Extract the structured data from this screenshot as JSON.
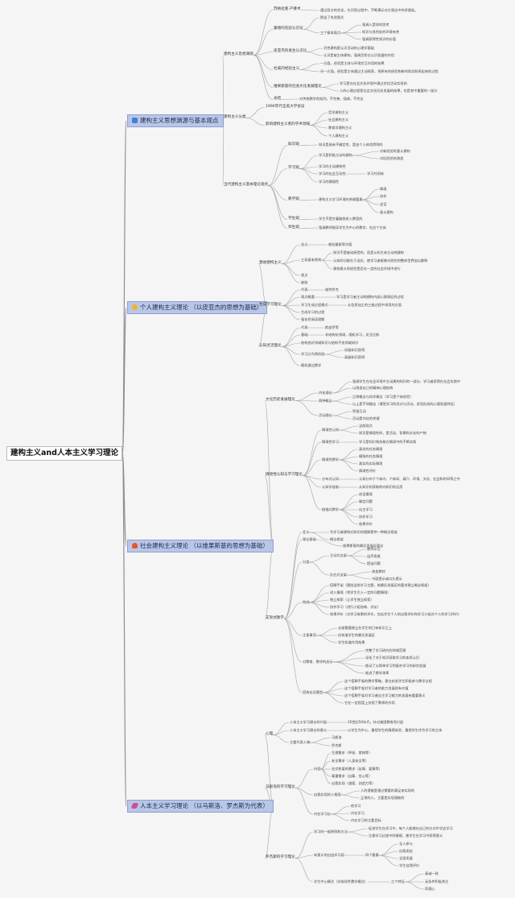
{
  "root": "建构主义and人本主义学习理论",
  "branches": [
    {
      "title": "建构主义思想渊源与基本观点",
      "icon": "blue-square-icon",
      "color": "#3f7fd6"
    },
    {
      "title": "个人建构主义理论 （以皮亚杰的思想为基础）",
      "icon": "lightbulb-icon",
      "color": "#f2b320"
    },
    {
      "title": "社会建构主义理论 （以维果斯基的思想为基础）",
      "icon": "flame-icon",
      "color": "#e5572e"
    },
    {
      "title": "人本主义学习理论 （以马斯洛、罗杰斯为代表）",
      "icon": "pencil-icon",
      "color": "#d14aa2"
    }
  ],
  "b1": {
    "s1": "建构主义思想渊源",
    "s1a": "苏格拉底·产婆术",
    "s1a1": "通过双方的交谈，在问答过程中，不断揭示对方观念中的矛盾处。",
    "s1b": "康德的先验认识论",
    "s1b1": "提出了先验图式",
    "s1b2": "三个基本观点",
    "s1b2a": "强调人是如何思考",
    "s1b2b": "知识与其所处的环境有关",
    "s1b2c": "强调获得性知识的价值",
    "s1c": "皮亚杰的发生认识论",
    "s1c1": "活性建构是认识活动的心理学基础",
    "s1c2": "认识是被主体建构，强调活性在认识发展的作用",
    "s1d": "杜威的经验主义",
    "s1d1": "一方面，经验是主体与环境交互作用的结果",
    "s1d2": "另一方面，经验是主体通过主动探索，把原有的经验和新的现实联系起来的过程",
    "s1e": "维果斯基的社会文化发展理论",
    "s1e1": "学习是在社会文化环境中通过交往活动实现的",
    "s1e2": "人的心理过程是社会文化历史发展的结果，也是其中重要的一部分",
    "s1f": "总结",
    "s1f1": "对传统教学的批判，不完善，强调，不完全",
    "s2": "建构主义分类",
    "s2a": "1990年代全美大学会议",
    "s3": "影响建构主义者的学术领域",
    "s3a": "哲学建构主义",
    "s3b": "社会建构主义",
    "s3c": "教育学建构主义",
    "s3d": "个人建构主义",
    "s4": "当代建构主义基本理论观点",
    "s4a": "知识观",
    "s4a1": "知识是具有不确定性，是由个人体验得到的",
    "s4b": "学习观",
    "s4b1": "学习是积极主动的建构",
    "s4b1a": "对新经验的意义建构",
    "s4b1b": "对旧经验的改造",
    "s4b2": "学习的主动建构性",
    "s4b3": "学习的社会互动性",
    "s4b3a": "学习共同体",
    "s4b4": "学习的情境性",
    "s4c": "教学观",
    "s4c1": "建构主义学习环境的关键要素",
    "s4c1a": "情境",
    "s4c1b": "协作",
    "s4c1c": "会话",
    "s4c1d": "意义建构",
    "s4d": "学生观",
    "s4d1": "学生不是空着脑袋进入教室的",
    "s4e": "师生观",
    "s4e1": "强调教师指导学生为中心的教学，在这个主体"
  },
  "b2": {
    "s1": "激进建构主义",
    "s1a": "含义",
    "s1a1": "格拉塞斯菲尔德",
    "s1b": "三条基本原则",
    "s1b1": "知识不是被动接受的，而是认知主体主动地建构",
    "s1b2": "认知的功能在于适应，使学习者能够对经验的整体世界加以解释",
    "s1b3": "建构意义的经验是否在一定的社会环境中进行",
    "s1c": "观点",
    "s1d": "缺陷",
    "s2": "生成学习理论",
    "s2a": "代表",
    "s2a1": "维特罗克",
    "s2b": "观点概要",
    "s2b1": "学习是学习者主动地建构内部心理表征的过程",
    "s2c": "学习生成过程模式",
    "s2c1": "从信息加工的三维过程中采用的方面",
    "s2d": "生成学习的过程",
    "s2e": "强化性阅读理解",
    "s3": "认知灵活理论",
    "s3a": "代表",
    "s3a1": "斯皮罗等",
    "s3b": "基础",
    "s3b1": "非结构化领域，随机学习，灵活迁移",
    "s3c": "结构良好领域知识与结构不良领域知识",
    "s3d": "学习分为两阶段",
    "s3d1": "初级知识获得",
    "s3d2": "高级知识获得",
    "s3e": "随机通达教学"
  },
  "b3": {
    "s1": "文化历史发展理论",
    "s1a": "内化理论",
    "s1a1": "强调学生在社会环境中主动建构知识的一部分，学习者获得在社会实践中",
    "s1a2": "以改造自己的精神心理结构",
    "s1b": "两种概念",
    "s1b1": "日常概念与科学概念（学习是个体经验）",
    "s1b2": "以上是不同概念（课堂学习的形式与活动，进而形成的心理发展特征）",
    "s1c": "活动理论",
    "s1c1": "积极互动",
    "s1c2": "活动是内化的关键",
    "s2": "情境性认知与学习理论",
    "s2a": "情境性认知",
    "s2a1": "当前观点",
    "s2a2": "知识是情境性的，是活动、背景和文化的产物",
    "s2b": "情境性学习",
    "s2b1": "学习是知识和技能在情境中的不断实践",
    "s2c": "情境性教学",
    "s2c1": "真实的任务情境",
    "s2c2": "模拟的任务情境",
    "s2c3": "真实的实际情境",
    "s2c4": "情境性评价",
    "s2d": "分布式认知",
    "s2d1": "认知分布于个体内、个体间、媒介、环境、文化、社会和时间等之中",
    "s2e": "认知学徒制",
    "s2e1": "从知识的获取转向知识的运用",
    "s2f": "抛锚式教学",
    "s2f1": "创设情境",
    "s2f2": "确定问题",
    "s2f3": "自主学习",
    "s2f4": "协作学习",
    "s2f5": "效果评价",
    "s3": "支架式教学",
    "s3a": "定义",
    "s3a1": "为学习者建构对知识的理解提供一种概念框架",
    "s3a2": "概念框架",
    "s3b": "理论基础",
    "s3b1": "维果斯基的最近发展区理论",
    "s3c": "分类",
    "s3c1": "主动式支架",
    "s3c1a": "教师示范",
    "s3c1b": "出声思维",
    "s3c1c": "提出问题",
    "s3c2": "反应式支架",
    "s3c2a": "改变教材",
    "s3c2b": "书面提示或口头提示",
    "s3d": "构成",
    "s3d1": "搭脚手架（围绕当前学习主题，按最近发展区的要求建立概念框架）",
    "s3d2": "进入情境（将学生引入一定的问题情境）",
    "s3d3": "独立探索（让学生独立探索）",
    "s3d4": "协作学习（进行小组协商、讨论）",
    "s3d5": "效果评价（对学习效果的评价，包括学生个人的自我评价和学习小组对个人的学习评价）",
    "s3e": "注意事项",
    "s3e1": "支架需要建立在学生的已有知识之上",
    "s3e2": "应知道学生的最近发展区",
    "s3e3": "学生知道作用效果",
    "s3f": "对教育、教学的启示",
    "s3f1": "完整了学习研究的领域范围",
    "s3f2": "深化了对于知识获取学习的本质认识",
    "s3f3": "推动了从简单学习到复杂学习的研究发展",
    "s3f4": "推进了教学改革",
    "s3g": "搭构论证模型",
    "s3g1": "这个搭脚手架的教学策略，意在启发学生积极参与教学过程",
    "s3g2": "这个搭脚手架对学习者的能力发展很有价值",
    "s3g3": "这个搭脚手架对学习者自主学习能力的发展有重要意义",
    "s3g4": "它在一定程度上忽视了教师的作用"
  },
  "b4": {
    "s1": "心理",
    "s1a": "人本主义学习理论的兴起",
    "s1a1": "20世纪50年代，针对美国教育而兴起",
    "s1b": "人本主义学习理论的意义",
    "s1b1": "以学生为中心，重视学生的情感体验，重视学生作为学习的主体",
    "s1c": "主要代表人物",
    "s1c1": "马斯洛",
    "s1c2": "罗杰斯",
    "s2": "马斯洛的学习理论",
    "s2a": "内容",
    "s2a1": "生理需求（呼吸、食物等）",
    "s2a2": "安全需求（人身安全等）",
    "s2a3": "社交和爱的需求（友情、爱情等）",
    "s2a4": "尊重需求（自尊、信心等）",
    "s2a5": "自我实现（道德、创造力等）",
    "s2b": "自我实现的人格观",
    "s2b1": "人的潜能是通过需要的满足来实现的",
    "s2b2": "正常的人，主要是实现潜能的",
    "s2c": "内在学习论",
    "s2c1": "他学习",
    "s2c2": "内在学习",
    "s2c3": "内在学习的主要目标",
    "s3": "罗杰斯的学习理论",
    "s3a": "学习的一般原则和方法",
    "s3a1": "促进学生在学习中，每个人能够在自己的方式中学会学习",
    "s3a2": "注意学习过程中的情感，使学生在学习中获得意义",
    "s3b": "有意义的自由学习观",
    "s3b1": "四个要素",
    "s3b1a": "全人参与",
    "s3b1b": "自我发起",
    "s3b1c": "全面发展",
    "s3b1d": "学生自我评价",
    "s3c": "学生中心模式（非指导性教学模式）",
    "s3c1": "三个特征",
    "s3c1a": "真诚一致",
    "s3c1b": "无条件积极关注",
    "s3c1c": "同理心"
  }
}
